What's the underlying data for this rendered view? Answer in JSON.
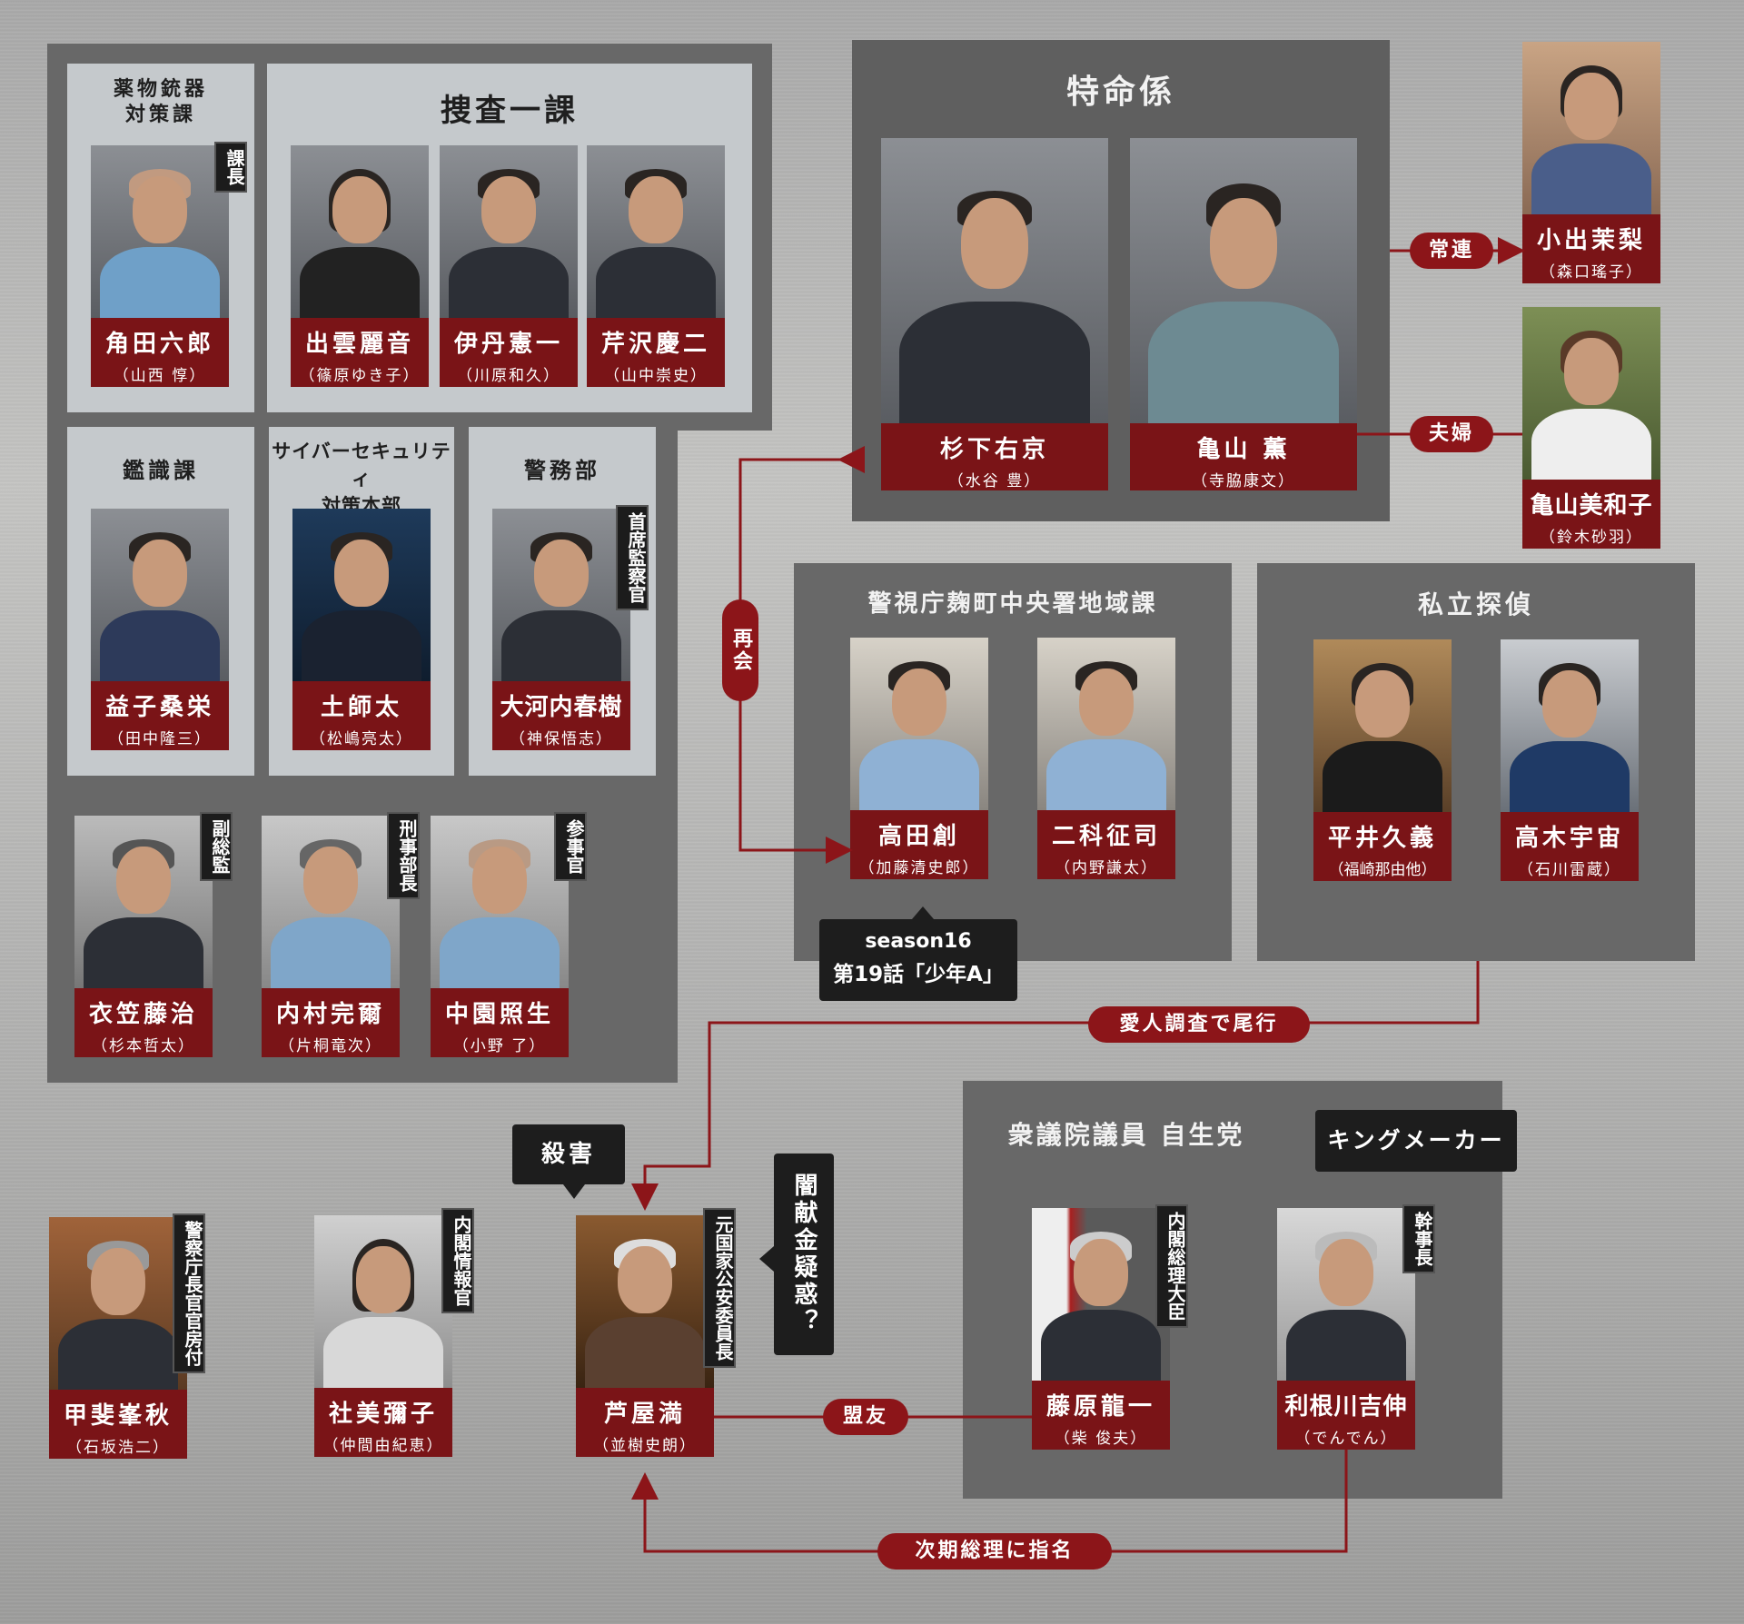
{
  "panels": {
    "yakubutsu": "薬物銃器\n対策課",
    "sousa": "捜査一課",
    "kanshiki": "鑑識課",
    "cyber": "サイバーセキュリティ\n対策本部",
    "keimu": "警務部",
    "tokumei": "特命係",
    "chiiki": "警視庁麹町中央署地域課",
    "tantei": "私立探偵",
    "jimintou": "衆議院議員 自生党"
  },
  "people": {
    "kakuda": {
      "name": "角田六郎",
      "actor": "（山西 惇）",
      "role": "課長"
    },
    "izumo": {
      "name": "出雲麗音",
      "actor": "（篠原ゆき子）"
    },
    "itami": {
      "name": "伊丹憲一",
      "actor": "（川原和久）"
    },
    "serizawa": {
      "name": "芹沢慶二",
      "actor": "（山中崇史）"
    },
    "masuko": {
      "name": "益子桑栄",
      "actor": "（田中隆三）"
    },
    "tsuchi": {
      "name": "土師太",
      "actor": "（松嶋亮太）"
    },
    "ookochi": {
      "name": "大河内春樹",
      "actor": "（神保悟志）",
      "role": "首席監察官"
    },
    "kinugasa": {
      "name": "衣笠藤治",
      "actor": "（杉本哲太）",
      "role": "副総監"
    },
    "uchimura": {
      "name": "内村完爾",
      "actor": "（片桐竜次）",
      "role": "刑事部長"
    },
    "nakazono": {
      "name": "中園照生",
      "actor": "（小野 了）",
      "role": "参事官"
    },
    "sugishita": {
      "name": "杉下右京",
      "actor": "（水谷 豊）"
    },
    "kameyama": {
      "name": "亀山 薫",
      "actor": "（寺脇康文）"
    },
    "koide": {
      "name": "小出茉梨",
      "actor": "（森口瑤子）"
    },
    "miwako": {
      "name": "亀山美和子",
      "actor": "（鈴木砂羽）"
    },
    "takada": {
      "name": "高田創",
      "actor": "（加藤清史郎）"
    },
    "nishina": {
      "name": "二科征司",
      "actor": "（内野謙太）"
    },
    "hirai": {
      "name": "平井久義",
      "actor": "（福崎那由他）"
    },
    "takagi": {
      "name": "高木宇宙",
      "actor": "（石川雷蔵）"
    },
    "kai": {
      "name": "甲斐峯秋",
      "actor": "（石坂浩二）",
      "role": "警察庁長官官房付"
    },
    "yashiro": {
      "name": "社美彌子",
      "actor": "（仲間由紀恵）",
      "role": "内閣情報官"
    },
    "ashiya": {
      "name": "芦屋満",
      "actor": "（並樹史朗）",
      "role": "元国家公安委員長"
    },
    "fujiwara": {
      "name": "藤原龍一",
      "actor": "（柴 俊夫）",
      "role": "内閣総理大臣"
    },
    "tonegawa": {
      "name": "利根川吉伸",
      "actor": "（でんでん）",
      "role": "幹事長"
    }
  },
  "links": {
    "joren": "常連",
    "fuufu": "夫婦",
    "saikai": "再会",
    "aijin": "愛人調査で尾行",
    "meiyuu": "盟友",
    "jiki": "次期総理に指名"
  },
  "bubbles": {
    "season_line1": "season16",
    "season_line2": "第19話「少年A」",
    "satsugai": "殺害",
    "yamikenkin": "闇献金疑惑？",
    "kingmaker": "キングメーカー"
  },
  "colors": {
    "accent": "#8c1519",
    "namebox": "#7a1417",
    "panel_dark": "#686868",
    "panel_light": "#c5c9cc"
  }
}
